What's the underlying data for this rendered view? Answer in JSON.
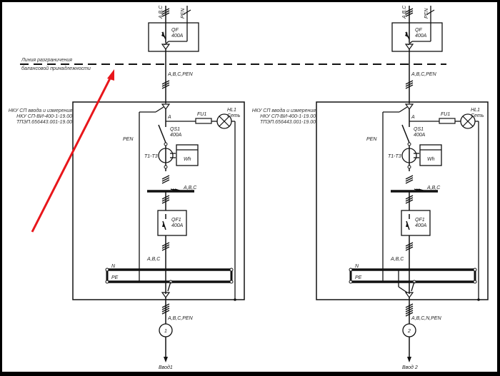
{
  "demarcation": {
    "line1": "Линия разграничения",
    "line2": "балансовой принадлежности"
  },
  "annotation": {
    "arrow_color": "#e8161b",
    "arrow_meaning": "points to demarcation line"
  },
  "panels": [
    {
      "id": "1",
      "supply_labels": {
        "phases": "A,B,C",
        "pen": "PEN"
      },
      "upstream_breaker": {
        "name": "QF",
        "rating": "400A"
      },
      "incoming_cable": "A,B,C,PEN",
      "cabinet_title": [
        "НКУ СП ввода и измерения",
        "НКУ СП-ВИ-400-1-19.00",
        "ТПЭП.656443.001-19.00"
      ],
      "pen_label": "PEN",
      "phase_a_label": "A",
      "fuse": "FU1",
      "lamp": {
        "name": "HL1",
        "label": "Сеть"
      },
      "switch": {
        "name": "QS1",
        "rating": "400A"
      },
      "ct_label": "T1-T3",
      "meter_label": "Wh",
      "bus_label": "A,B,C",
      "breaker": {
        "name": "QF1",
        "rating": "400A"
      },
      "outgoing_phases": "A,B,C",
      "n_bus": "N",
      "pe_bus": "PE",
      "output_cable": "A,B,C,PEN",
      "output_number": "1",
      "output_name": "Ввод1"
    },
    {
      "id": "2",
      "supply_labels": {
        "phases": "A,B,C",
        "pen": "PEN"
      },
      "upstream_breaker": {
        "name": "QF",
        "rating": "400A"
      },
      "incoming_cable": "A,B,C,PEN",
      "cabinet_title": [
        "НКУ СП ввода и измерения",
        "НКУ СП-ВИ-400-1-19.00",
        "ТПЭП.656443.001-19.00"
      ],
      "pen_label": "PEN",
      "phase_a_label": "A",
      "fuse": "FU1",
      "lamp": {
        "name": "HL1",
        "label": "Сеть"
      },
      "switch": {
        "name": "QS1",
        "rating": "400A"
      },
      "ct_label": "T1-T3",
      "meter_label": "Wh",
      "bus_label": "A,B,C",
      "breaker": {
        "name": "QF1",
        "rating": "400A"
      },
      "outgoing_phases": "A,B,C",
      "n_bus": "N",
      "pe_bus": "PE",
      "output_cable": "A,B,C,N,PEN",
      "output_number": "2",
      "output_name": "Ввод 2"
    }
  ]
}
